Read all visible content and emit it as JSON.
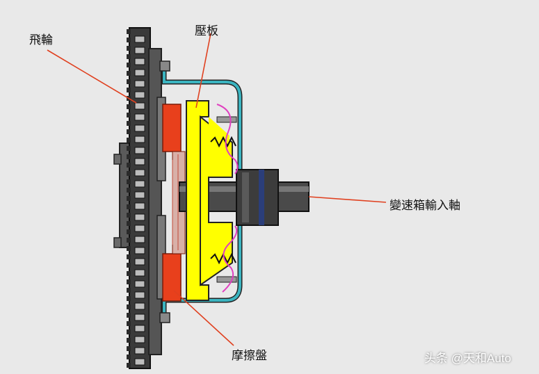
{
  "labels": {
    "flywheel": "飛輪",
    "pressure_plate": "壓板",
    "input_shaft": "變速箱輸入軸",
    "friction_disc": "摩擦盤"
  },
  "watermark": "头条 @天和Auto",
  "colors": {
    "background": "#e9e9e9",
    "leader_line": "#e0401f",
    "friction_disc": "#e8401c",
    "pressure_plate": "#ffff00",
    "cover": "#3bb4c0",
    "spring": "#e040c0",
    "flywheel": "#3a3a3a",
    "shaft": "#4a4a4a"
  }
}
